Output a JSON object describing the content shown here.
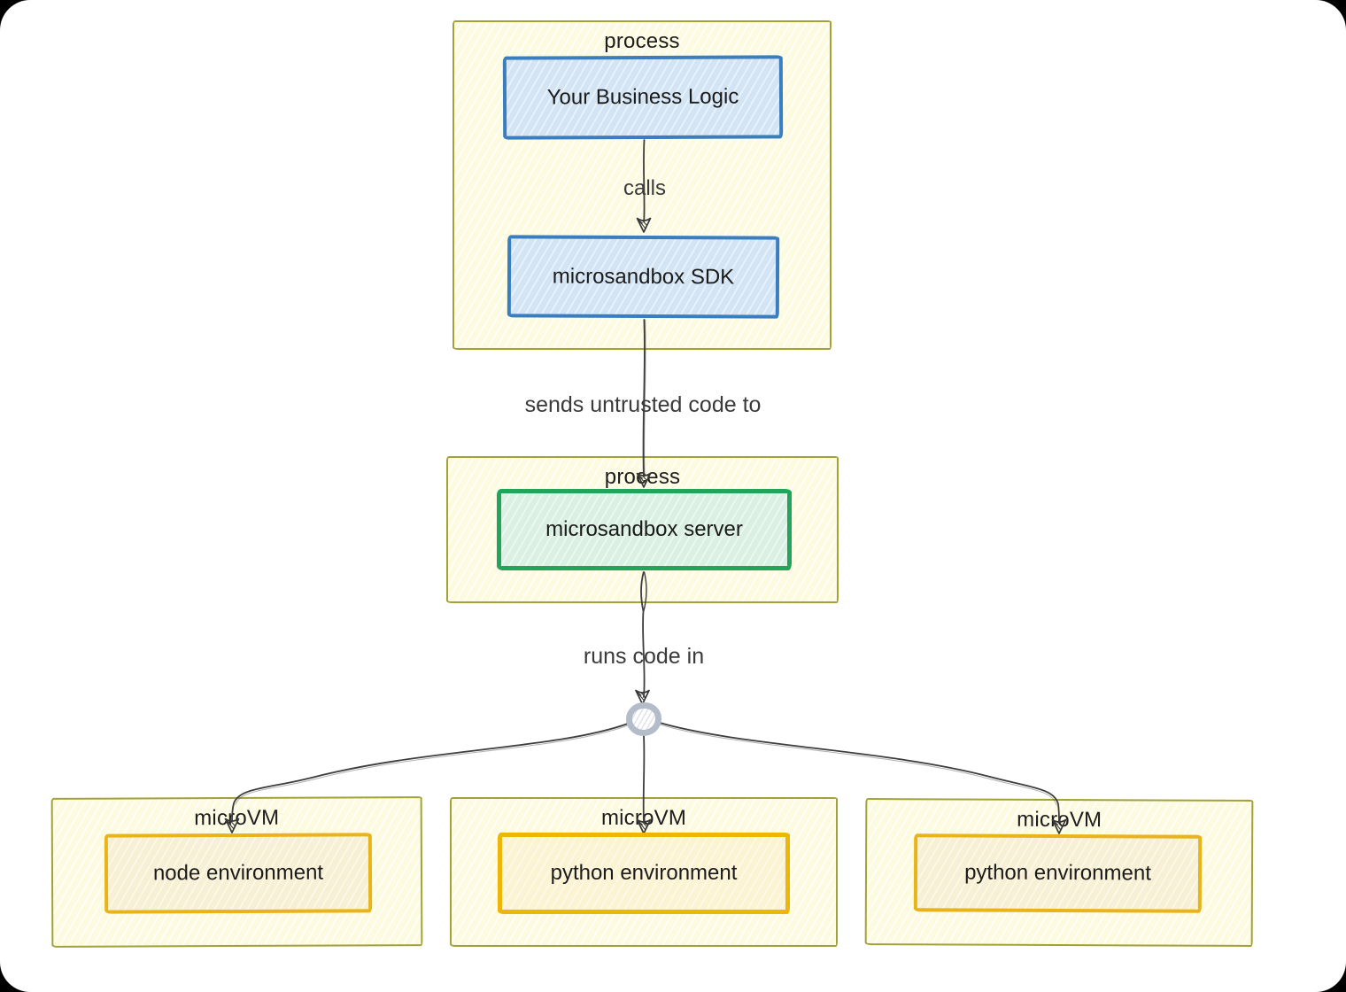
{
  "diagram": {
    "clusters": [
      {
        "id": "process-top",
        "label": "process"
      },
      {
        "id": "process-server",
        "label": "process"
      },
      {
        "id": "microvm-1",
        "label": "microVM"
      },
      {
        "id": "microvm-2",
        "label": "microVM"
      },
      {
        "id": "microvm-3",
        "label": "microVM"
      }
    ],
    "nodes": {
      "business_logic": "Your Business Logic",
      "sdk": "microsandbox SDK",
      "server": "microsandbox server",
      "node_env": "node environment",
      "python_env_1": "python environment",
      "python_env_2": "python environment"
    },
    "edge_labels": {
      "calls": "calls",
      "sends": "sends untrusted code to",
      "runs": "runs code in"
    },
    "colors": {
      "cluster_fill": "#fdfbdf",
      "cluster_border": "#a2a238",
      "blue_fill": "#d3e5f5",
      "blue_border": "#3a7ebf",
      "green_fill": "#d9f0e3",
      "green_border": "#22a55b",
      "amber_fill": "#f8f0d4",
      "amber_border": "#e9b41a",
      "junction_ring": "#b3bcc8",
      "edge_stroke": "#3d3d3d",
      "node_text": "#1b1b1b",
      "edge_text": "#3a3a3a"
    }
  }
}
